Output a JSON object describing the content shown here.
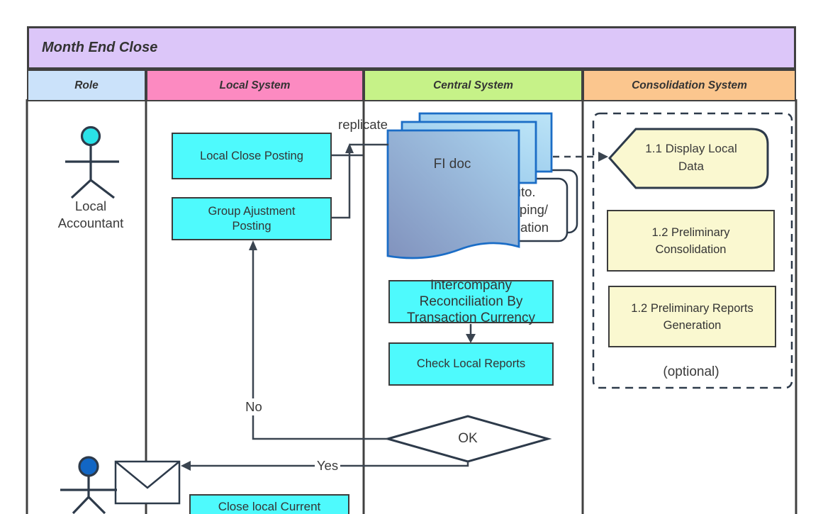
{
  "title": "Month End Close",
  "lanes": {
    "role": "Role",
    "local": "Local System",
    "central": "Central System",
    "consolidation": "Consolidation System"
  },
  "nodes": {
    "local_accountant": "Local Accountant",
    "local_close_posting": "Local Close Posting",
    "group_ajustment_posting": "Group Ajustment Posting",
    "fi_doc": "FI doc",
    "auto_note_lines": [
      "auto.",
      "mapping/",
      "validation"
    ],
    "display_local_data": "1.1 Display Local Data",
    "preliminary_consolidation": "1.2 Preliminary Consolidation",
    "preliminary_reports": "1.2 Preliminary Reports Generation",
    "optional_note": "(optional)",
    "intercompany_reconciliation": "Intercompany Reconciliation By Transaction Currency",
    "check_local_reports": "Check Local Reports",
    "decision_ok": "OK",
    "close_local_current": "Close local Current"
  },
  "edge_labels": {
    "replicate": "replicate",
    "no": "No",
    "yes": "Yes"
  },
  "colors": {
    "title_fill": "#dcc6f9",
    "lane_role": "#cbe2fa",
    "lane_local": "#fc8ac1",
    "lane_central": "#c6f288",
    "lane_consolidation": "#fbc68e",
    "process_cyan": "#4efafd",
    "consolidation_yellow": "#faf8d0",
    "document_border_blue": "#1b6dc6",
    "connector": "#3a4450",
    "actor1_head": "#2ae2e8",
    "actor2_head": "#1266c4"
  }
}
